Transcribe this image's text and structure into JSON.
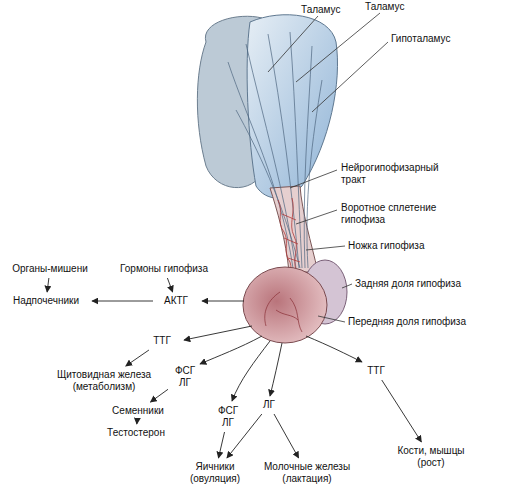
{
  "diagram": {
    "nodes": [
      {
        "text": [
          "Органы-мишени"
        ]
      },
      {
        "text": [
          "Гормоны гипофиза"
        ]
      },
      {
        "text": [
          "Надпочечники"
        ]
      },
      {
        "text": [
          "АКТГ"
        ]
      },
      {
        "text": [
          "ТТГ"
        ]
      },
      {
        "text": [
          "Щитовидная железа (метаболизм)"
        ]
      },
      {
        "text": [
          "ФСГ ЛГ"
        ]
      },
      {
        "text": [
          "Семенники"
        ]
      },
      {
        "text": [
          "Тестостерон"
        ]
      },
      {
        "text": [
          "ФСГ ЛГ"
        ]
      },
      {
        "text": [
          "ЛГ"
        ]
      },
      {
        "text": [
          "Яичники (овуляция)"
        ]
      },
      {
        "text": [
          "Молочные железы (лактация)"
        ]
      },
      {
        "text": [
          "ТТГ"
        ]
      },
      {
        "text": [
          "Кости, мышцы (рост)"
        ]
      }
    ],
    "edges": [
      {
        "from": 0,
        "to": 2,
        "arrow": "to"
      },
      {
        "from": 1,
        "to": 3,
        "arrow": "to"
      },
      {
        "from": 3,
        "to": 2,
        "arrow": "to"
      },
      {
        "from": 4,
        "to": 5,
        "arrow": "to"
      },
      {
        "from": 6,
        "to": 7,
        "arrow": "to"
      },
      {
        "from": 7,
        "to": 8,
        "arrow": "to"
      },
      {
        "from": 9,
        "to": 11,
        "arrow": "to"
      },
      {
        "from": 10,
        "to": 11,
        "arrow": "to"
      },
      {
        "from": 10,
        "to": 12,
        "arrow": "to"
      },
      {
        "from": 13,
        "to": 14,
        "arrow": "to"
      }
    ],
    "labels": [
      "Таламус",
      "Таламус",
      "Гипоталамус",
      "Нейрогипофизарный тракт",
      "Воротное сплетение гипофиза",
      "Ножка гипофиза",
      "Задняя доля гипофиза",
      "Передняя доля гипофиза"
    ]
  }
}
